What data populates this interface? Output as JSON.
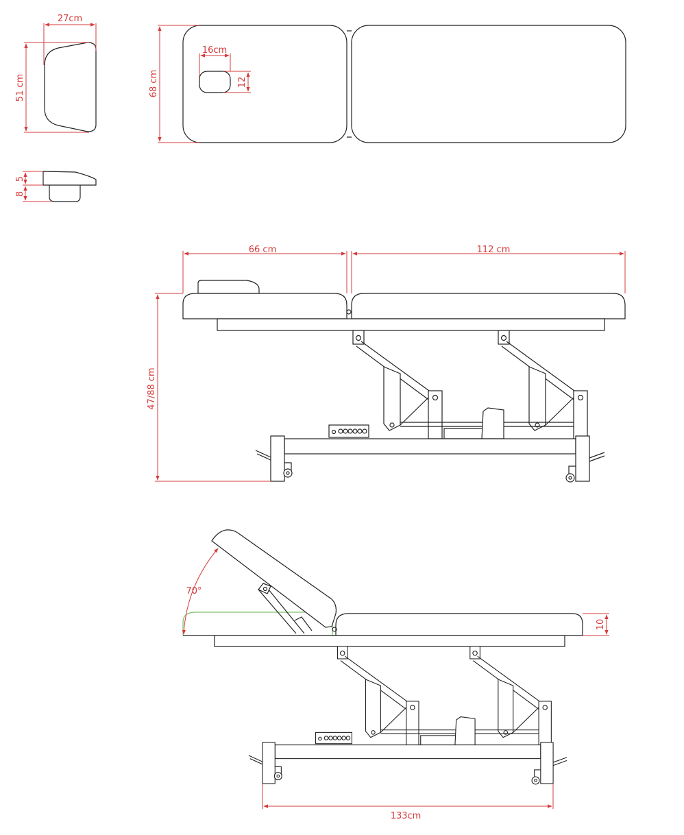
{
  "colors": {
    "dimension": "#d63b3b",
    "outline": "#222222",
    "ghost": "#7fbf6a"
  },
  "headrest": {
    "width": "27cm",
    "length": "51 cm",
    "cushion_thickness": "5",
    "insert_depth": "8"
  },
  "top_view": {
    "width": "68 cm",
    "face_hole_width": "16cm",
    "face_hole_height": "12"
  },
  "side_view": {
    "head_section": "66 cm",
    "body_section": "112 cm",
    "height_range": "47/88 cm"
  },
  "raised_view": {
    "backrest_angle": "70°",
    "cushion_thickness": "10",
    "total_length": "133cm"
  }
}
